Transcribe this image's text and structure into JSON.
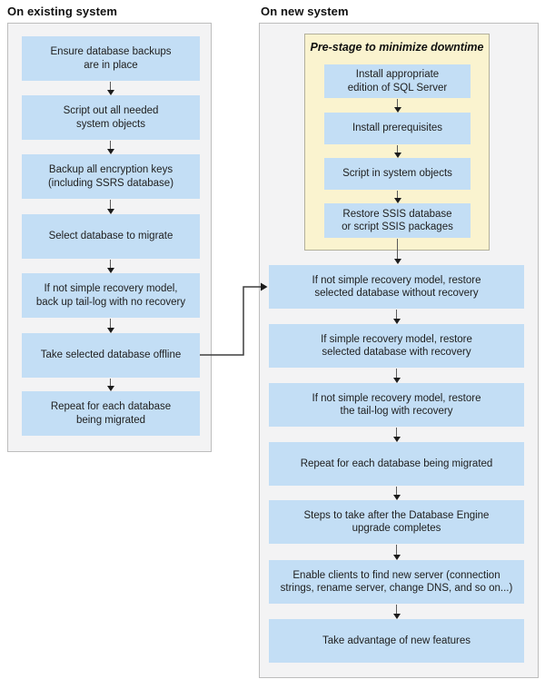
{
  "existing_system": {
    "title": "On existing system",
    "steps": [
      "Ensure database backups\nare in place",
      "Script out all needed\nsystem objects",
      "Backup all encryption keys\n(including SSRS database)",
      "Select database to migrate",
      "If not simple recovery model,\nback up tail-log with no recovery",
      "Take selected database offline",
      "Repeat for each database\nbeing migrated"
    ]
  },
  "new_system": {
    "title": "On new system",
    "prestage": {
      "title": "Pre-stage to minimize downtime",
      "steps": [
        "Install appropriate\nedition of SQL Server",
        "Install prerequisites",
        "Script in system objects",
        "Restore SSIS database\nor script SSIS packages"
      ]
    },
    "steps": [
      "If not simple recovery model, restore\nselected database without recovery",
      "If simple recovery model, restore\nselected database with recovery",
      "If not simple recovery model, restore\nthe tail-log with recovery",
      "Repeat for each database being migrated",
      "Steps to take after the Database Engine\nupgrade completes",
      "Enable clients to find new server (connection\nstrings, rename server, change DNS, and so on...)",
      "Take advantage of new features"
    ]
  },
  "colors": {
    "step_box_fill": "#C3DEF5",
    "prestage_fill": "#FAF3CF",
    "prestage_border": "#B3B09B",
    "panel_fill": "#F3F3F4",
    "panel_border": "#BDBDBD",
    "arrow_stem": "#5A5A5A",
    "arrow_head": "#1C1C1C",
    "text": "#1E1E1E"
  }
}
